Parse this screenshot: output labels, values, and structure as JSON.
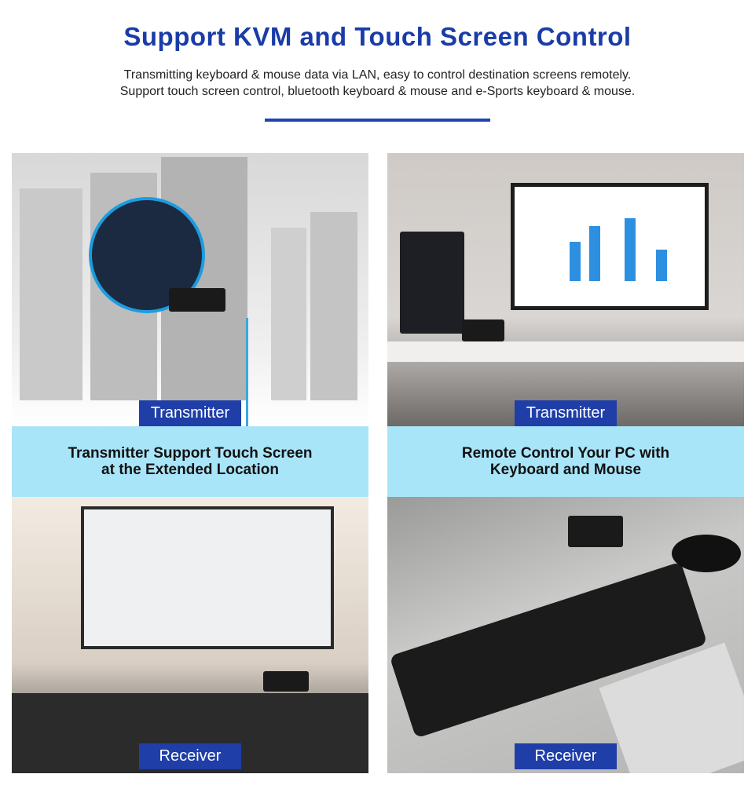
{
  "header": {
    "title": "Support KVM and Touch Screen Control",
    "subtitle_line1": "Transmitting keyboard & mouse data via LAN, easy to control destination screens remotely.",
    "subtitle_line2": "Support touch screen control, bluetooth keyboard & mouse and e-Sports keyboard & mouse."
  },
  "panels": [
    {
      "top_label": "Transmitter",
      "band_line1": "Transmitter Support Touch Screen",
      "band_line2": "at the Extended Location",
      "bottom_label": "Receiver"
    },
    {
      "top_label": "Transmitter",
      "band_line1": "Remote Control Your PC with",
      "band_line2": "Keyboard and Mouse",
      "bottom_label": "Receiver"
    }
  ],
  "colors": {
    "brand": "#1f3ea8",
    "band": "#a9e5f9"
  }
}
